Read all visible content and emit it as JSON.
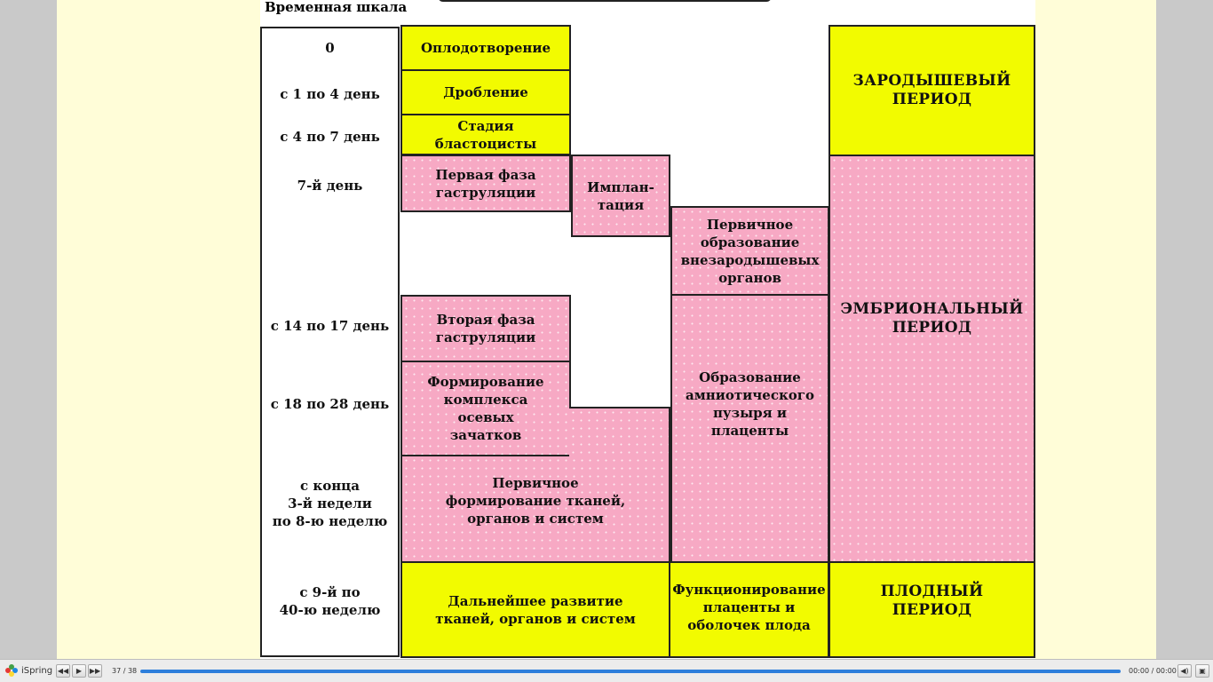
{
  "title": "Временная шкала",
  "timeline": [
    "0",
    "с 1 по 4 день",
    "с 4 по 7 день",
    "7-й  день",
    "с 14 по 17 день",
    "с 18 по 28 день",
    "с конца\n3-й недели\nпо 8-ю неделю",
    "с 9-й по\n40-ю неделю"
  ],
  "stages": {
    "fertilization": "Оплодотворение",
    "cleavage": "Дробление",
    "blastocyst": "Стадия бластоцисты",
    "gastrulation1": "Первая фаза\nгаструляции",
    "implantation": "Имплан-\nтация",
    "extraembryonic": "Первичное\nобразование\nвнезародышевых\nорганов",
    "gastrulation2": "Вторая фаза\nгаструляции",
    "axial": "Формирование\nкомплекса\nосевых\nзачатков",
    "amnion": "Образование\nамниотического\nпузыря и\nплаценты",
    "primary_formation": "Первичное\nформирование тканей,\nорганов и систем",
    "further_dev": "Дальнейшее развитие\nтканей, органов и систем",
    "placenta_func": "Функционирование\nплаценты и\nоболочек плода"
  },
  "periods": {
    "germinal": "ЗАРОДЫШЕВЫЙ\nПЕРИОД",
    "embryonic": "ЭМБРИОНАЛЬНЫЙ\nПЕРИОД",
    "fetal": "ПЛОДНЫЙ\nПЕРИОД"
  },
  "colors": {
    "yellow": "#f2fb00",
    "pink": "#f7a9c4",
    "progress": "#2e7fdb"
  },
  "player": {
    "brand": "iSpring",
    "slide_counter": "37 / 38",
    "time": "00:00 / 00:00",
    "progress": 1.0
  }
}
